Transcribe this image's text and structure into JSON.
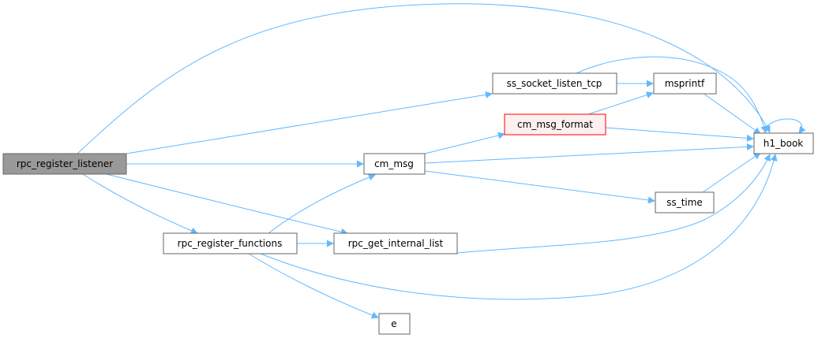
{
  "graph": {
    "edge_color": "#63b8ff",
    "node_border_color": "#666666",
    "current_node_fill": "#999999",
    "highlight_node_border": "#ff0000",
    "nodes": {
      "rpc_register_listener": "rpc_register_listener",
      "ss_socket_listen_tcp": "ss_socket_listen_tcp",
      "msprintf": "msprintf",
      "cm_msg_format": "cm_msg_format",
      "h1_book": "h1_book",
      "cm_msg": "cm_msg",
      "ss_time": "ss_time",
      "rpc_register_functions": "rpc_register_functions",
      "rpc_get_internal_list": "rpc_get_internal_list",
      "e": "e"
    }
  }
}
